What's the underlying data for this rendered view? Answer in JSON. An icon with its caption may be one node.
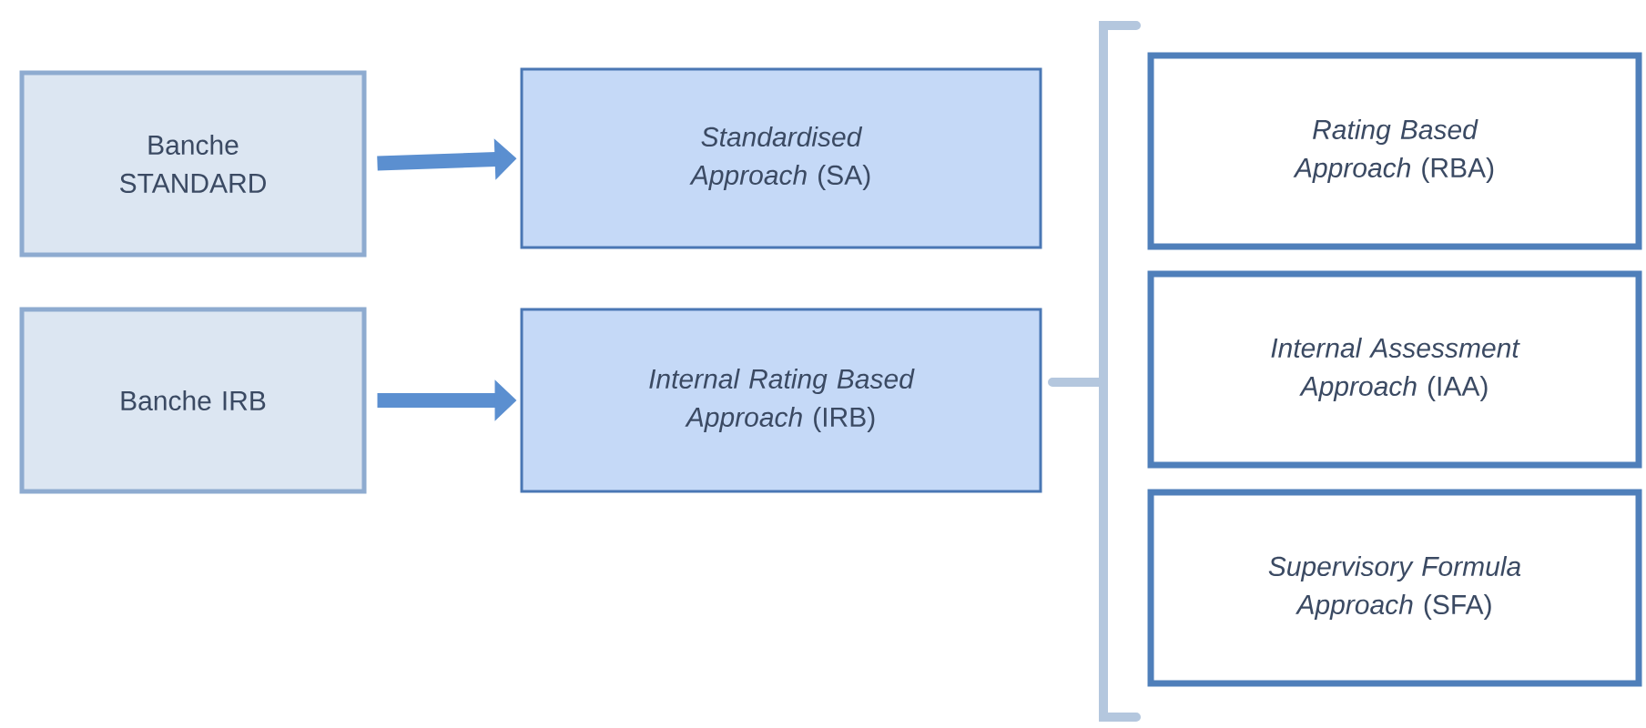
{
  "diagram": {
    "nodes": [
      {
        "text": [
          "Banche STANDARD"
        ]
      },
      {
        "text": [
          "*Standardised Approach* (SA)"
        ]
      },
      {
        "text": [
          "Banche IRB"
        ]
      },
      {
        "text": [
          "*Internal Rating Based Approach* (IRB)"
        ]
      },
      {
        "text": [
          "*Rating Based Approach* (RBA)"
        ]
      },
      {
        "text": [
          "*Internal Assessment Approach* (IAA)"
        ]
      },
      {
        "text": [
          "*Supervisory Formula Approach* (SFA)"
        ]
      }
    ],
    "edges": [
      {
        "from": 0,
        "to": 1,
        "arrow": "to"
      },
      {
        "from": 2,
        "to": 3,
        "arrow": "to"
      }
    ]
  }
}
